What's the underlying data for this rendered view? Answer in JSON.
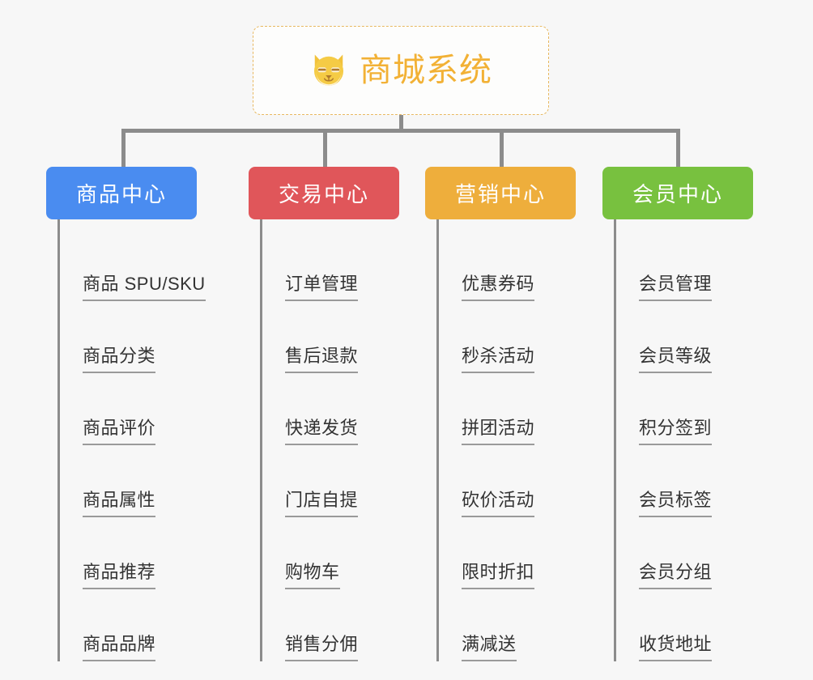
{
  "root": {
    "title": "商城系统",
    "icon": "shiba-dog-icon",
    "border_color": "#e8b860",
    "text_color": "#f2b135",
    "background": "#fdfdfc"
  },
  "canvas": {
    "background": "#f7f7f7",
    "connector_color": "#8c8c8c"
  },
  "branches": [
    {
      "id": "product-center",
      "label": "商品中心",
      "color": "#4a8cf0",
      "leaves": [
        {
          "label": "商品 SPU/SKU"
        },
        {
          "label": "商品分类"
        },
        {
          "label": "商品评价"
        },
        {
          "label": "商品属性"
        },
        {
          "label": "商品推荐"
        },
        {
          "label": "商品品牌"
        }
      ]
    },
    {
      "id": "trade-center",
      "label": "交易中心",
      "color": "#e0565a",
      "leaves": [
        {
          "label": "订单管理"
        },
        {
          "label": "售后退款"
        },
        {
          "label": "快递发货"
        },
        {
          "label": "门店自提"
        },
        {
          "label": "购物车"
        },
        {
          "label": "销售分佣"
        }
      ]
    },
    {
      "id": "marketing-center",
      "label": "营销中心",
      "color": "#eeae3c",
      "leaves": [
        {
          "label": "优惠券码"
        },
        {
          "label": "秒杀活动"
        },
        {
          "label": "拼团活动"
        },
        {
          "label": "砍价活动"
        },
        {
          "label": "限时折扣"
        },
        {
          "label": "满减送"
        }
      ]
    },
    {
      "id": "member-center",
      "label": "会员中心",
      "color": "#78c13f",
      "leaves": [
        {
          "label": "会员管理"
        },
        {
          "label": "会员等级"
        },
        {
          "label": "积分签到"
        },
        {
          "label": "会员标签"
        },
        {
          "label": "会员分组"
        },
        {
          "label": "收货地址"
        }
      ]
    }
  ]
}
